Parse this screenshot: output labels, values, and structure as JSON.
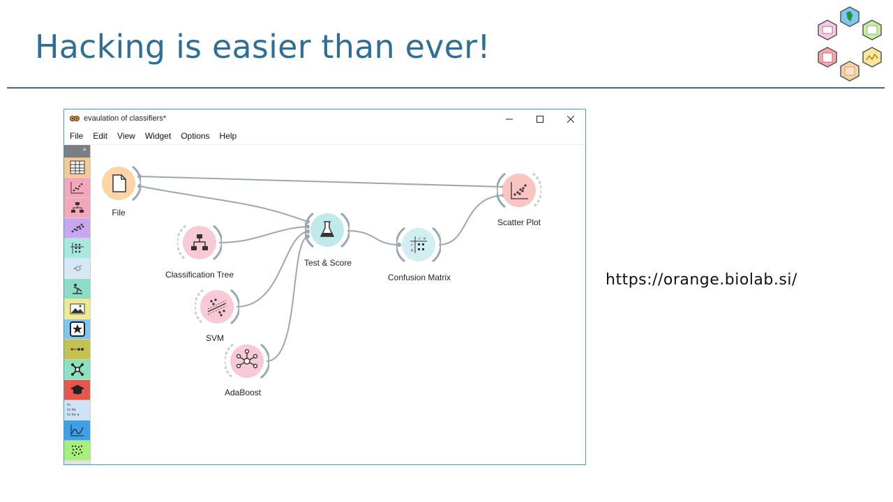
{
  "slide": {
    "title": "Hacking is easier than ever!",
    "url": "https://orange.biolab.si/"
  },
  "window": {
    "title": "evaulation of classifiers*",
    "controls": {
      "minimize": "minimize-icon",
      "maximize": "maximize-icon",
      "close": "close-icon"
    }
  },
  "menu": [
    "File",
    "Edit",
    "View",
    "Widget",
    "Options",
    "Help"
  ],
  "toolbox": {
    "expand_glyph": "»",
    "categories": [
      {
        "icon": "table-icon",
        "color": "#f7c992"
      },
      {
        "icon": "scatter-icon",
        "color": "#f4a7b9"
      },
      {
        "icon": "tree-icon",
        "color": "#f4a7b9"
      },
      {
        "icon": "points-icon",
        "color": "#c9a7f0"
      },
      {
        "icon": "grid-icon",
        "color": "#a9e8dd"
      },
      {
        "icon": "sparkle-icon",
        "color": "#d6e7f5"
      },
      {
        "icon": "digger-icon",
        "color": "#8ddcc7"
      },
      {
        "icon": "image-icon",
        "color": "#f1e98f"
      },
      {
        "icon": "star-icon",
        "color": "#7ec6f0"
      },
      {
        "icon": "pipeline-icon",
        "color": "#c5c24f"
      },
      {
        "icon": "network-icon",
        "color": "#8de0c0"
      },
      {
        "icon": "graduation-cap-icon",
        "color": "#e4574a"
      },
      {
        "icon": "text-icon",
        "color": "#cfe2f7",
        "text": "to\nto be\nto be a"
      },
      {
        "icon": "timeseries-icon",
        "color": "#3fa0ea"
      },
      {
        "icon": "cluster-icon",
        "color": "#a8f07a"
      }
    ]
  },
  "widgets": {
    "file": {
      "label": "File",
      "color": "#fcd5a6",
      "icon": "file-icon"
    },
    "classification_tree": {
      "label": "Classification Tree",
      "color": "#f8c9d6",
      "icon": "tree-icon"
    },
    "svm": {
      "label": "SVM",
      "color": "#f8c9d6",
      "icon": "svm-icon"
    },
    "adaboost": {
      "label": "AdaBoost",
      "color": "#f8c9d6",
      "icon": "network-icon"
    },
    "test_score": {
      "label": "Test & Score",
      "color": "#bfeaea",
      "icon": "flask-icon"
    },
    "confusion_matrix": {
      "label": "Confusion Matrix",
      "color": "#d2eef0",
      "icon": "matrix-icon"
    },
    "scatter_plot": {
      "label": "Scatter Plot",
      "color": "#fac4c2",
      "icon": "scatter-icon"
    }
  },
  "colors": {
    "title": "#2e6f99",
    "rule": "#3c6a8e",
    "window_border": "#3aa7c6",
    "link": "#9aa7b0"
  }
}
